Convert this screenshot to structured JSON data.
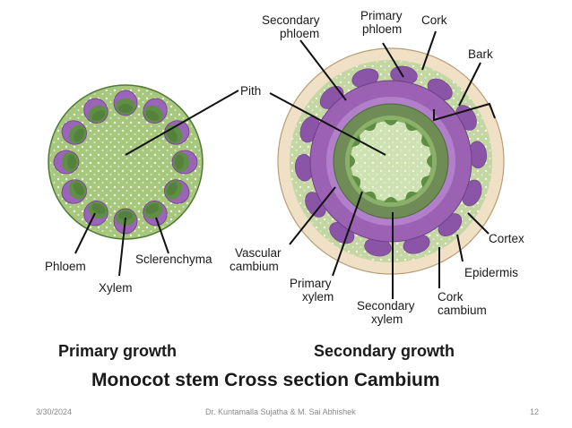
{
  "labels": {
    "pith": "Pith",
    "phloem": "Phloem",
    "xylem": "Xylem",
    "sclerenchyma": "Sclerenchyma",
    "vascular_cambium": [
      "Vascular",
      "cambium"
    ],
    "secondary_phloem": [
      "Secondary",
      "phloem"
    ],
    "primary_phloem": [
      "Primary",
      "phloem"
    ],
    "cork": "Cork",
    "bark": "Bark",
    "cortex": "Cortex",
    "epidermis": "Epidermis",
    "primary_xylem": [
      "Primary",
      "xylem"
    ],
    "secondary_xylem": [
      "Secondary",
      "xylem"
    ],
    "cork_cambium": [
      "Cork",
      "cambium"
    ]
  },
  "headings": {
    "primary_growth": "Primary growth",
    "secondary_growth": "Secondary growth",
    "main_title": "Monocot stem Cross section Cambium"
  },
  "footer": {
    "date": "3/30/2024",
    "authors": "Dr. Kuntamalla Sujatha & M. Sai Abhishek",
    "page": "12"
  },
  "colors": {
    "ground_tissue": "#a7c77f",
    "xylem": "#5f8f44",
    "phloem": "#9a64b8",
    "cork": "#efe0c6",
    "secondary_phloem": "#9b62b3",
    "vascular_cambium": "#6f8c56"
  }
}
